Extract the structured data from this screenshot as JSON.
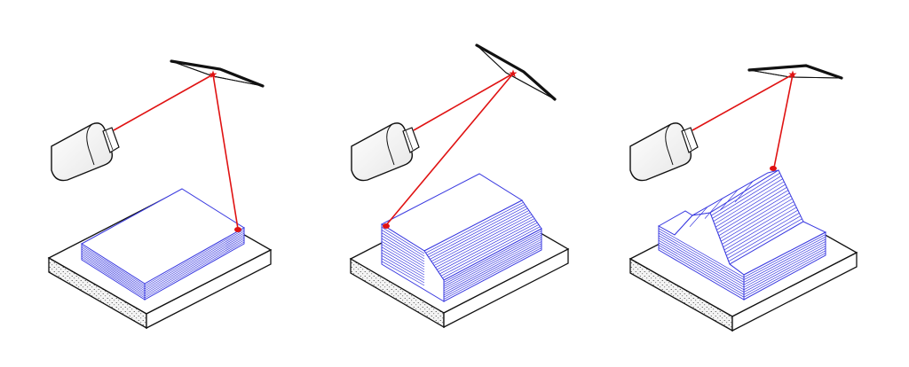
{
  "figure": {
    "background": "#ffffff",
    "panels": [
      {
        "stage": "flat-block",
        "build_layers": "uniform",
        "laser_spot": "right-corner"
      },
      {
        "stage": "stepped-block",
        "build_layers": "layered-profile",
        "laser_spot": "left-corner"
      },
      {
        "stage": "ridged-block",
        "build_layers": "layered-profile",
        "laser_spot": "ridge-top"
      }
    ]
  },
  "colors": {
    "laser": "#e01212",
    "layer_lines": "#3a3ae0",
    "outline": "#111111",
    "substrate": "#f2f2f2",
    "scanner_mirror": "#111111",
    "camera_body": "#ffffff"
  },
  "icons": [
    "laser-source-icon",
    "scanner-mirror-icon",
    "laser-spot-icon",
    "substrate-plate-icon",
    "printed-part-icon"
  ]
}
